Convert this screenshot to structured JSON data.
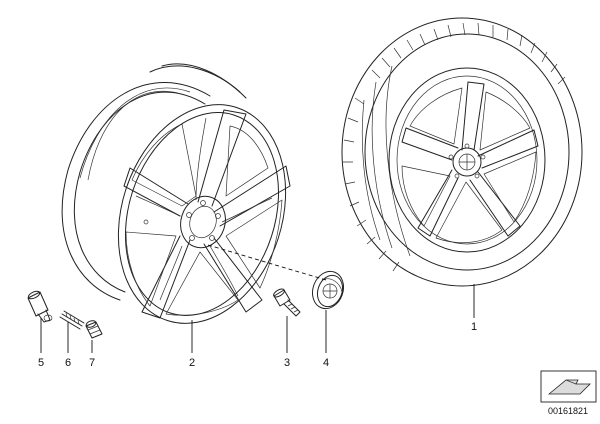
{
  "callouts": [
    {
      "id": "valve-stem",
      "label": "5"
    },
    {
      "id": "valve-core",
      "label": "6"
    },
    {
      "id": "valve-cap",
      "label": "7"
    },
    {
      "id": "rim",
      "label": "2"
    },
    {
      "id": "wheel-bolt",
      "label": "3"
    },
    {
      "id": "hub-cap",
      "label": "4"
    },
    {
      "id": "complete-wheel",
      "label": "1"
    }
  ],
  "reference_number": "00161821"
}
